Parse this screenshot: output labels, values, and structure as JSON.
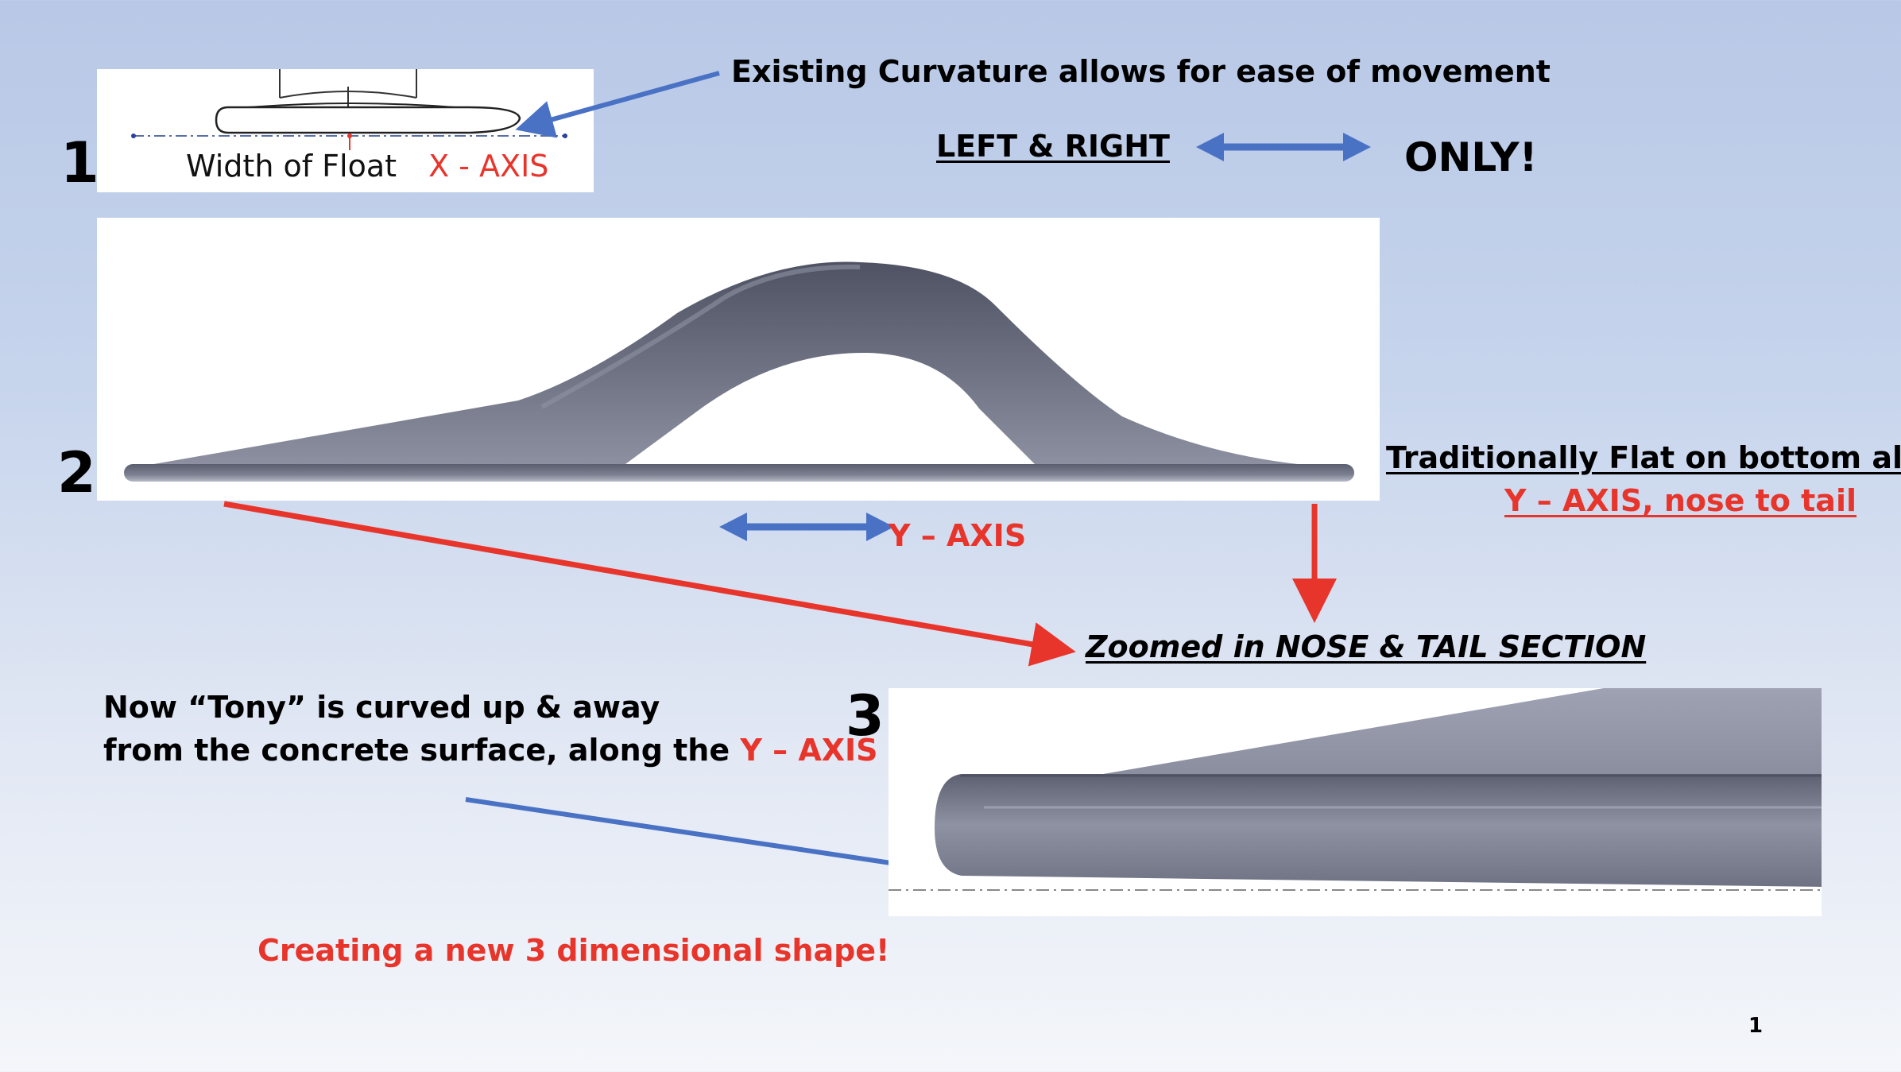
{
  "panel1": {
    "number": "1",
    "label": "Width of Float",
    "axis_label": "X - AXIS"
  },
  "callout_top": "Existing Curvature allows for ease of movement",
  "left_right": "LEFT & RIGHT",
  "only": "ONLY!",
  "panel2": {
    "number": "2",
    "axis_label": "Y – AXIS"
  },
  "traditional": {
    "line1": "Traditionally Flat on bottom along",
    "line2": "Y – AXIS, nose to tail"
  },
  "zoomed": "Zoomed in NOSE & TAIL SECTION",
  "panel3": {
    "number": "3"
  },
  "tony": {
    "line1": "Now “Tony” is curved up & away",
    "line2_prefix": "from the concrete surface, along the ",
    "line2_axis": "Y – AXIS"
  },
  "creating": "Creating a new 3 dimensional shape!",
  "slide_number": "1",
  "colors": {
    "accent_red": "#e8352b",
    "arrow_blue": "#4a72c4",
    "float_gray": "#6b6f80"
  }
}
